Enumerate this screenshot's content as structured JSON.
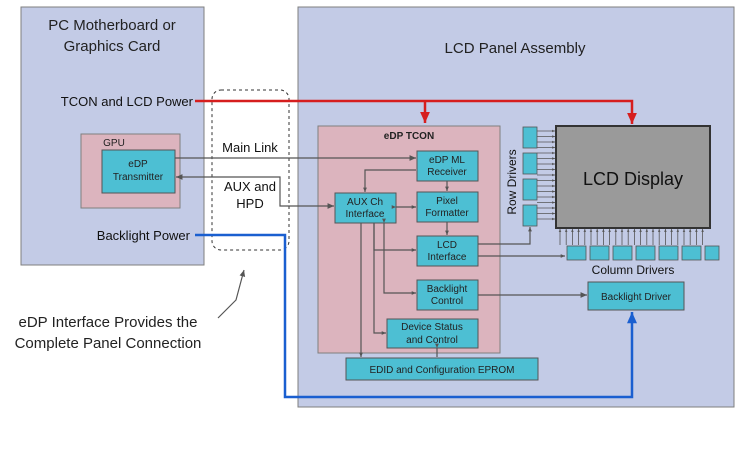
{
  "pc": {
    "title_line1": "PC Motherboard or",
    "title_line2": "Graphics Card",
    "tcon_power": "TCON and LCD Power",
    "backlight_power": "Backlight Power",
    "gpu": {
      "label": "GPU",
      "edp_line1": "eDP",
      "edp_line2": "Transmitter"
    }
  },
  "links": {
    "main_link": "Main Link",
    "aux_line1": "AUX and",
    "aux_line2": "HPD"
  },
  "note": {
    "line1": "eDP Interface Provides the",
    "line2": "Complete Panel Connection"
  },
  "lcd_assembly": {
    "title": "LCD Panel Assembly",
    "tcon": {
      "title": "eDP TCON",
      "ml_receiver": [
        "eDP ML",
        "Receiver"
      ],
      "pixel_formatter": [
        "Pixel",
        "Formatter"
      ],
      "aux_ch": [
        "AUX Ch",
        "Interface"
      ],
      "lcd_interface": [
        "LCD",
        "Interface"
      ],
      "backlight_control": [
        "Backlight",
        "Control"
      ],
      "device_status": [
        "Device Status",
        "and Control"
      ]
    },
    "edid": "EDID and Configuration EPROM",
    "row_drivers": "Row Drivers",
    "column_drivers": "Column Drivers",
    "lcd_display": "LCD Display",
    "backlight_driver": "Backlight Driver"
  },
  "colors": {
    "panel_bg": "#c3cbe6",
    "panel_border": "#7f7f7f",
    "tcon_bg": "#dcb4be",
    "block_fill": "#4dbfd3",
    "display_fill": "#9a9a9a",
    "red_line": "#d61e1e",
    "blue_line": "#1a5fd0",
    "gray_line": "#555555"
  }
}
